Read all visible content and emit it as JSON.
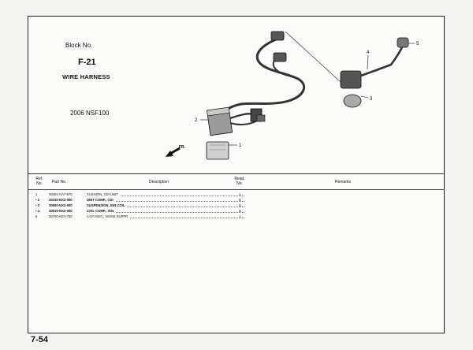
{
  "block": {
    "label": "Block No.",
    "code": "F-21",
    "title": "WIRE HARNESS",
    "model": "2006 NSF100"
  },
  "diagram": {
    "callouts": [
      "1",
      "2",
      "3",
      "4",
      "5"
    ],
    "front_marker": "FR."
  },
  "table": {
    "headers": {
      "ref": "Ref.\nNo.",
      "part": "Part No.",
      "description": "Description",
      "reqd": "Reqd.\nNo.",
      "remarks": "Remarks"
    },
    "rows": [
      {
        "ref": "1",
        "part": "30401-HA7-670",
        "description": "CUSHION, CDI UNIT",
        "qty": "1",
        "bold": false
      },
      {
        "ref": "• 2",
        "part": "30410-NX2-000",
        "description": "UNIT COMP., CDI",
        "qty": "1",
        "bold": true
      },
      {
        "ref": "• 3",
        "part": "30500-NX2-000",
        "description": "SUSPENSION, IGN COIL",
        "qty": "1",
        "bold": true
      },
      {
        "ref": "• 4",
        "part": "30510-NX2-000",
        "description": "COIL COMP., IGN.",
        "qty": "1",
        "bold": true
      },
      {
        "ref": "5",
        "part": "30700-KEV-750",
        "description": "CAP ASSY., NOISE SUPPR",
        "qty": "1",
        "bold": false
      }
    ]
  },
  "page": {
    "number": "7-54"
  }
}
